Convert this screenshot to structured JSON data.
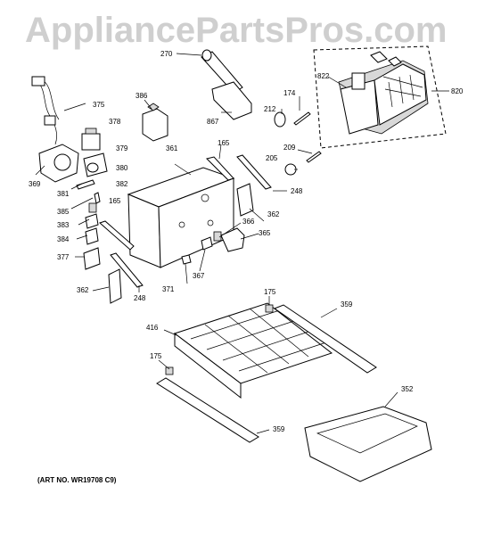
{
  "watermark": "AppliancePartsPros.com",
  "art_number": "(ART NO. WR19708 C9)",
  "callouts": {
    "c270": "270",
    "c822": "822",
    "c820": "820",
    "c375": "375",
    "c386": "386",
    "c174": "174",
    "c212": "212",
    "c867": "867",
    "c378": "378",
    "c379": "379",
    "c361": "361",
    "c165a": "165",
    "c209": "209",
    "c205": "205",
    "c369": "369",
    "c380": "380",
    "c382": "382",
    "c381": "381",
    "c248a": "248",
    "c385": "385",
    "c165b": "165",
    "c362a": "362",
    "c383": "383",
    "c366": "366",
    "c384": "384",
    "c365": "365",
    "c377": "377",
    "c362b": "362",
    "c371": "371",
    "c367": "367",
    "c248b": "248",
    "c175a": "175",
    "c359a": "359",
    "c416": "416",
    "c175b": "175",
    "c352": "352",
    "c359b": "359"
  }
}
